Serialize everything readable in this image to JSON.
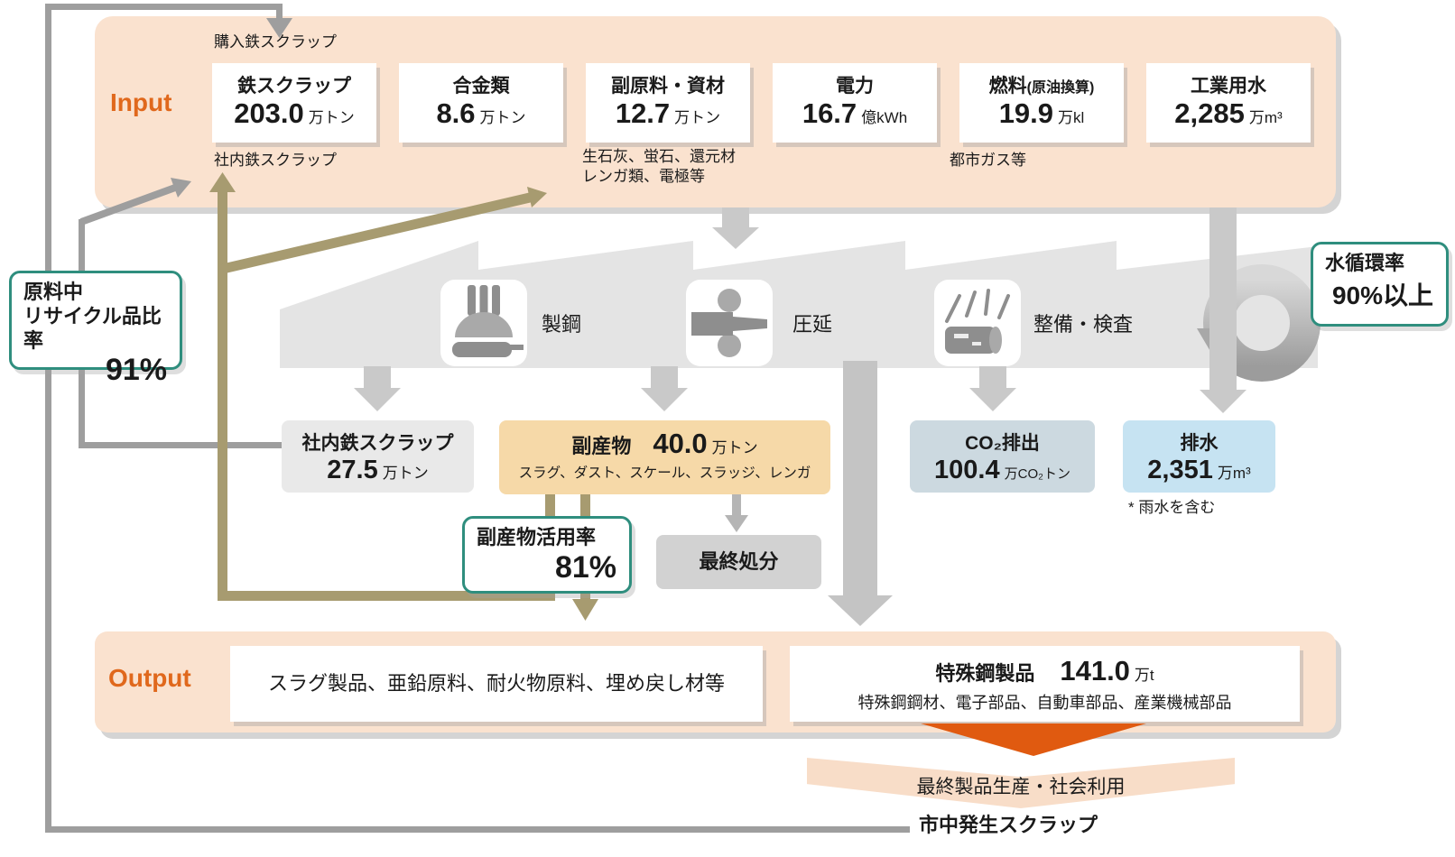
{
  "header": {
    "input_label": "Input",
    "output_label": "Output"
  },
  "loop_labels": {
    "purchased_scrap": "購入鉄スクラップ",
    "internal_scrap": "社内鉄スクラップ",
    "subsidiary_line1": "生石灰、蛍石、還元材",
    "subsidiary_line2": "レンガ類、電極等",
    "fuel_note": "都市ガス等",
    "city_scrap": "市中発生スクラップ",
    "final_use": "最終製品生産・社会利用"
  },
  "input_boxes": [
    {
      "title": "鉄スクラップ",
      "value": "203.0",
      "unit": "万トン"
    },
    {
      "title": "合金類",
      "value": "8.6",
      "unit": "万トン"
    },
    {
      "title": "副原料・資材",
      "value": "12.7",
      "unit": "万トン"
    },
    {
      "title": "電力",
      "value": "16.7",
      "unit": "億kWh"
    },
    {
      "title": "燃料",
      "paren": "(原油換算)",
      "value": "19.9",
      "unit": "万kl"
    },
    {
      "title": "工業用水",
      "value": "2,285",
      "unit": "万m³"
    }
  ],
  "processes": [
    {
      "label": "製鋼"
    },
    {
      "label": "圧延"
    },
    {
      "label": "整備・検査"
    }
  ],
  "badges": {
    "water_recycle": {
      "title": "水循環率",
      "value": "90%以上"
    },
    "recycle_ratio": {
      "line1": "原料中",
      "line2": "リサイクル品比率",
      "value": "91%"
    },
    "byproduct_rate": {
      "title": "副産物活用率",
      "value": "81%"
    }
  },
  "mid_boxes": {
    "internal_scrap": {
      "title": "社内鉄スクラップ",
      "value": "27.5",
      "unit": "万トン"
    },
    "byproduct": {
      "title": "副産物",
      "value": "40.0",
      "unit": "万トン",
      "detail": "スラグ、ダスト、スケール、スラッジ、レンガ"
    },
    "co2": {
      "title": "CO₂排出",
      "value": "100.4",
      "unit": "万CO₂トン"
    },
    "wastewater": {
      "title": "排水",
      "value": "2,351",
      "unit": "万m³",
      "note": "* 雨水を含む"
    }
  },
  "final_disposal": {
    "label": "最終処分"
  },
  "output_boxes": {
    "byproducts": {
      "text": "スラグ製品、亜鉛原料、耐火物原料、埋め戻し材等"
    },
    "steel": {
      "title": "特殊鋼製品",
      "value": "141.0",
      "unit": "万t",
      "detail": "特殊鋼鋼材、電子部品、自動車部品、産業機械部品"
    }
  },
  "colors": {
    "accent_orange": "#E0681C",
    "arrow_orange": "#E05A10",
    "teal_border": "#2F8E7E",
    "panel_peach": "#FAE2CF",
    "byproduct_tan": "#F6D9A8",
    "co2_blue": "#CCD9E0",
    "water_blue": "#C6E3F2",
    "line_gray": "#9E9E9E",
    "line_tan": "#A79B70",
    "light_arrow_gray": "#C9C9C9"
  }
}
